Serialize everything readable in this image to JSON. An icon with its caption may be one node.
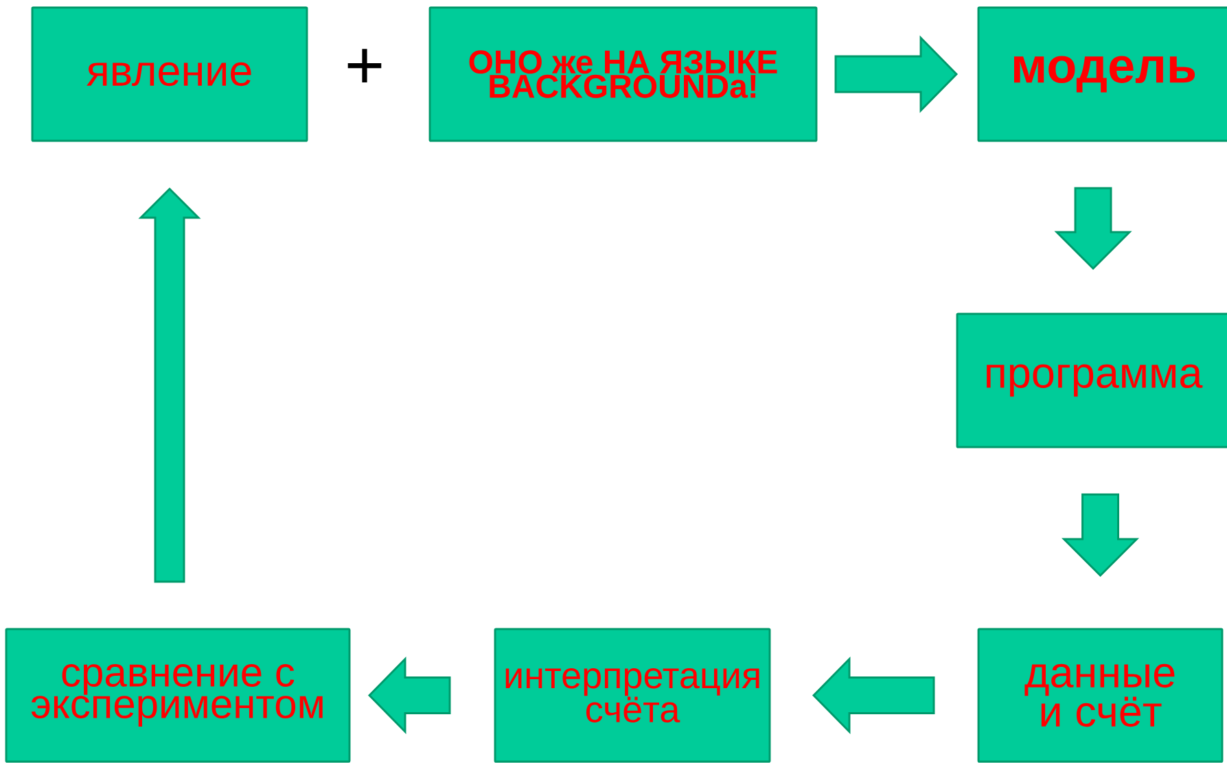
{
  "diagram": {
    "nodes": [
      {
        "text": [
          "явление"
        ]
      },
      {
        "text": [
          "ОНО же НА ЯЗЫКЕ BACKGROUNDa!"
        ]
      },
      {
        "text": [
          "модель"
        ]
      },
      {
        "text": [
          "программа"
        ]
      },
      {
        "text": [
          "данные и счёт"
        ]
      },
      {
        "text": [
          "интерпретация счёта"
        ]
      },
      {
        "text": [
          "сравнение с экспериментом"
        ]
      }
    ],
    "edges": [
      {
        "from": 1,
        "to": 2,
        "arrow": "to"
      },
      {
        "from": 2,
        "to": 3,
        "arrow": "to"
      },
      {
        "from": 3,
        "to": 4,
        "arrow": "to"
      },
      {
        "from": 4,
        "to": 5,
        "arrow": "to"
      },
      {
        "from": 5,
        "to": 6,
        "arrow": "to"
      },
      {
        "from": 6,
        "to": 0,
        "arrow": "to"
      }
    ],
    "labels": [
      "+"
    ]
  }
}
